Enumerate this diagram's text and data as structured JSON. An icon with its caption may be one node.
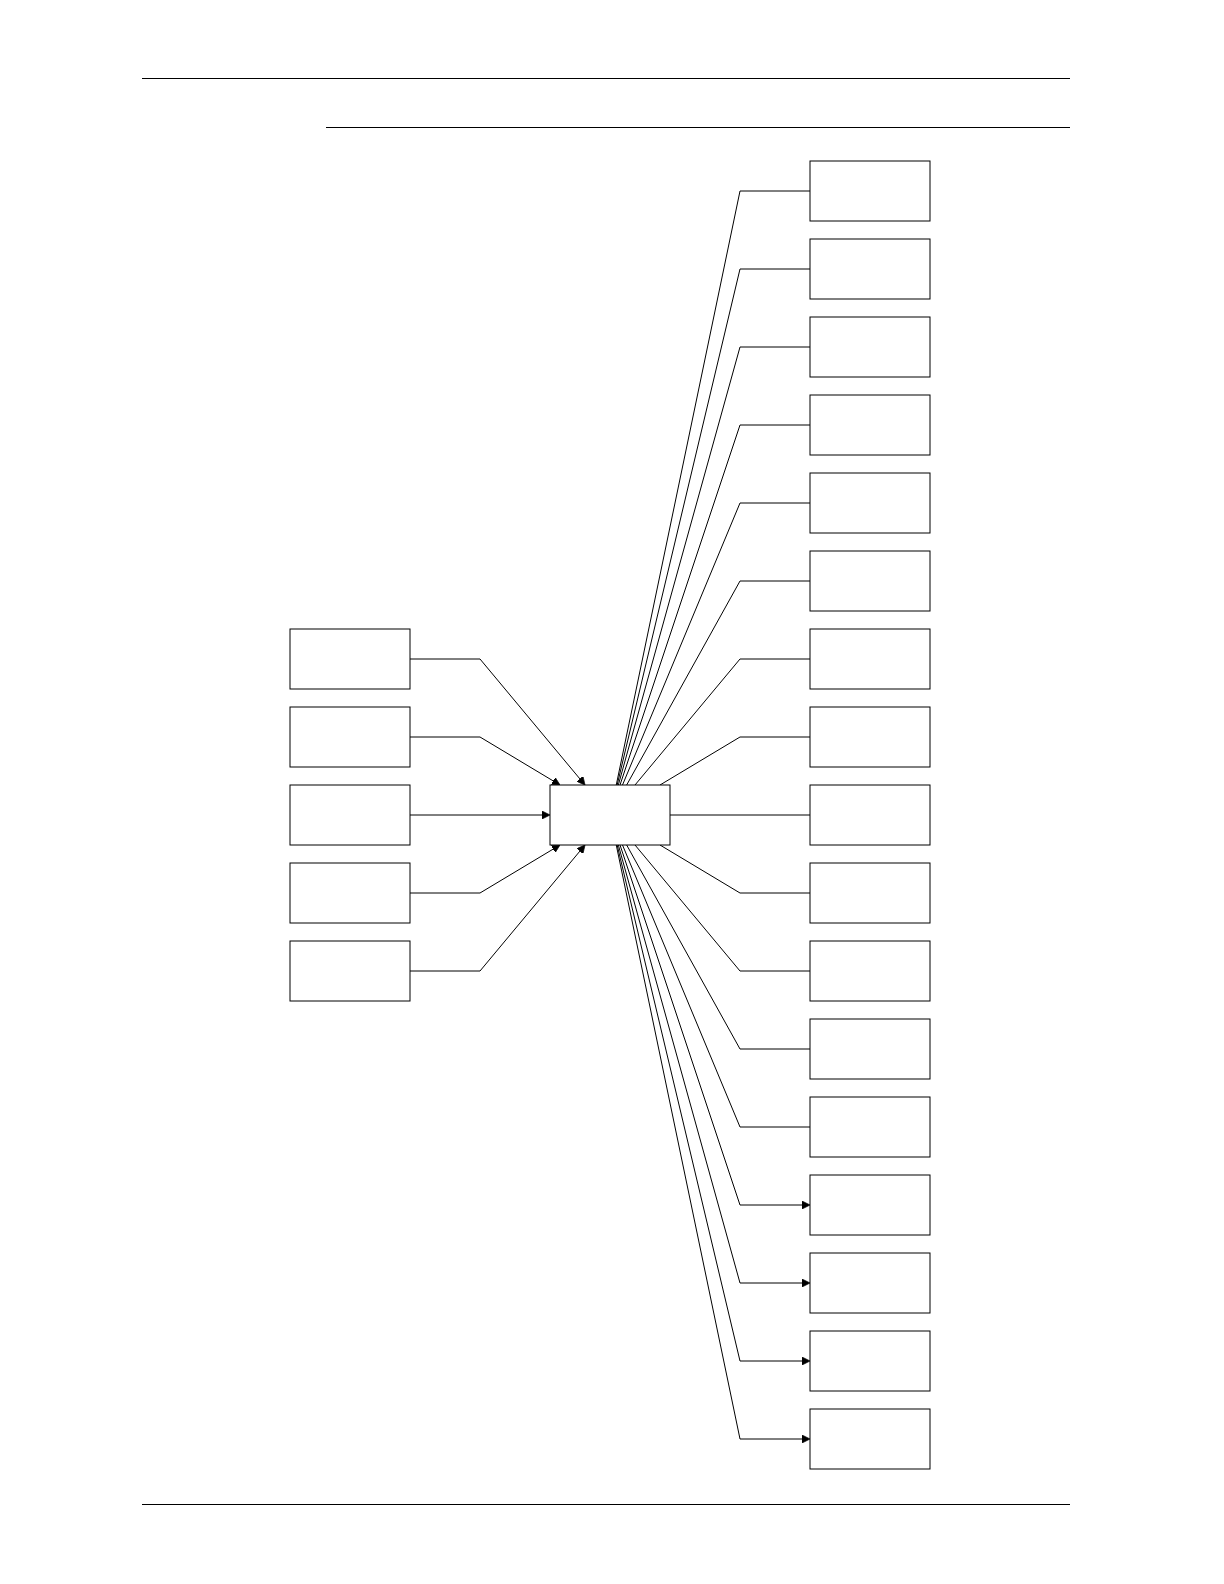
{
  "diagram": {
    "nodes": [
      {
        "text": [],
        "shape": "box"
      },
      {
        "text": [],
        "shape": "box"
      },
      {
        "text": [],
        "shape": "box"
      },
      {
        "text": [],
        "shape": "box"
      },
      {
        "text": [],
        "shape": "box"
      },
      {
        "text": [],
        "shape": "box"
      },
      {
        "text": [],
        "shape": "box"
      },
      {
        "text": [],
        "shape": "box"
      },
      {
        "text": [],
        "shape": "box"
      },
      {
        "text": [],
        "shape": "box"
      },
      {
        "text": [],
        "shape": "box"
      },
      {
        "text": [],
        "shape": "box"
      },
      {
        "text": [],
        "shape": "box"
      },
      {
        "text": [],
        "shape": "box"
      },
      {
        "text": [],
        "shape": "box"
      },
      {
        "text": [],
        "shape": "box"
      },
      {
        "text": [],
        "shape": "box"
      },
      {
        "text": [],
        "shape": "box"
      },
      {
        "text": [],
        "shape": "box"
      },
      {
        "text": [],
        "shape": "box"
      },
      {
        "text": [],
        "shape": "box"
      },
      {
        "text": [],
        "shape": "box"
      },
      {
        "text": [],
        "shape": "box"
      }
    ],
    "edges": [
      {
        "from": 1,
        "to": 0,
        "arrow": "to"
      },
      {
        "from": 2,
        "to": 0,
        "arrow": "to"
      },
      {
        "from": 3,
        "to": 0,
        "arrow": "to"
      },
      {
        "from": 4,
        "to": 0,
        "arrow": "to"
      },
      {
        "from": 5,
        "to": 0,
        "arrow": "to"
      },
      {
        "from": 0,
        "to": 6,
        "arrow": "none"
      },
      {
        "from": 0,
        "to": 7,
        "arrow": "none"
      },
      {
        "from": 0,
        "to": 8,
        "arrow": "none"
      },
      {
        "from": 0,
        "to": 9,
        "arrow": "none"
      },
      {
        "from": 0,
        "to": 10,
        "arrow": "none"
      },
      {
        "from": 0,
        "to": 11,
        "arrow": "none"
      },
      {
        "from": 0,
        "to": 12,
        "arrow": "none"
      },
      {
        "from": 0,
        "to": 13,
        "arrow": "none"
      },
      {
        "from": 0,
        "to": 14,
        "arrow": "none"
      },
      {
        "from": 0,
        "to": 15,
        "arrow": "none"
      },
      {
        "from": 0,
        "to": 16,
        "arrow": "none"
      },
      {
        "from": 0,
        "to": 17,
        "arrow": "none"
      },
      {
        "from": 0,
        "to": 18,
        "arrow": "none"
      },
      {
        "from": 0,
        "to": 19,
        "arrow": "to"
      },
      {
        "from": 0,
        "to": 20,
        "arrow": "to"
      },
      {
        "from": 0,
        "to": 21,
        "arrow": "to"
      },
      {
        "from": 0,
        "to": 22,
        "arrow": "to"
      }
    ]
  }
}
